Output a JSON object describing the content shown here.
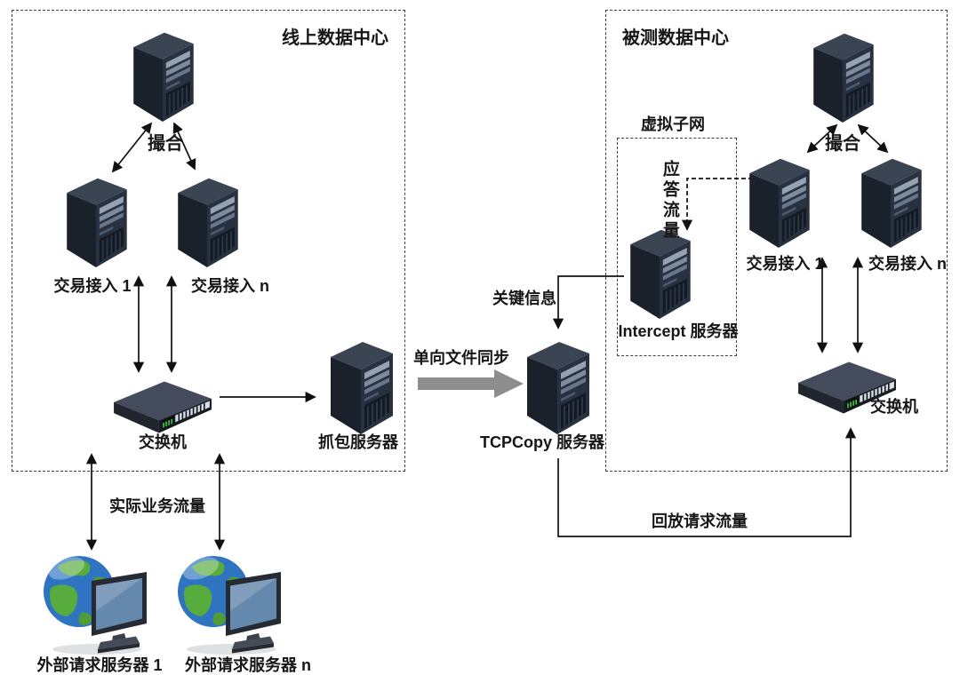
{
  "left_dc": {
    "title": "线上数据中心",
    "matching": "撮合",
    "trade_access_1": "交易接入 1",
    "trade_access_n": "交易接入 n",
    "switch_label": "交换机",
    "capture_server": "抓包服务器"
  },
  "middle": {
    "one_way_sync": "单向文件同步",
    "key_info": "关键信息",
    "tcpcopy_server": "TCPCopy 服务器",
    "replay_traffic": "回放请求流量"
  },
  "right_dc": {
    "title": "被测数据中心",
    "virtual_subnet": "虚拟子网",
    "response_traffic": "应答流量",
    "intercept_server": "Intercept 服务器",
    "matching": "撮合",
    "trade_access_1": "交易接入 1",
    "trade_access_n": "交易接入 n",
    "switch_label": "交换机"
  },
  "external": {
    "actual_traffic": "实际业务流量",
    "server_1": "外部请求服务器 1",
    "server_n": "外部请求服务器 n"
  },
  "colors": {
    "sync_arrow": "#8d8d8d",
    "line": "#111111",
    "led_green": "#37c33c",
    "server_front": "#28313f",
    "globe_land": "#58ab3d",
    "globe_ocean": "#2f74c0"
  }
}
